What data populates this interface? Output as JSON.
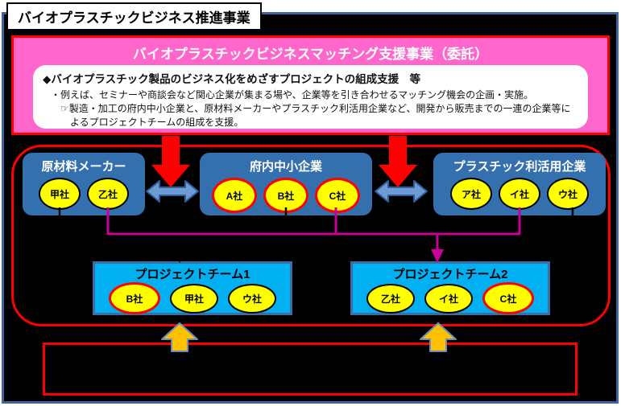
{
  "page": {
    "title": "バイオプラスチックビジネス推進事業"
  },
  "support": {
    "title": "バイオプラスチックビジネスマッチング支援事業（委託）",
    "lines": [
      "◆バイオプラスチック製品のビジネス化をめざすプロジェクトの組成支援　等",
      "・例えば、セミナーや商談会など関心企業が集まる場や、企業等を引き合わせるマッチング機会の企画・実施。",
      "☞製造・加工の府内中小企業と、原材料メーカーやプラスチック利活用企業など、開発から販売までの一連の企業等に",
      "よるプロジェクトチームの組成を支援。"
    ]
  },
  "groups": [
    {
      "title": "原材料メーカー",
      "companies": [
        {
          "label": "甲社",
          "highlight": false
        },
        {
          "label": "乙社",
          "highlight": false
        }
      ]
    },
    {
      "title": "府内中小企業",
      "companies": [
        {
          "label": "A社",
          "highlight": true
        },
        {
          "label": "B社",
          "highlight": true
        },
        {
          "label": "C社",
          "highlight": true
        }
      ]
    },
    {
      "title": "プラスチック利活用企業",
      "companies": [
        {
          "label": "ア社",
          "highlight": false
        },
        {
          "label": "イ社",
          "highlight": false
        },
        {
          "label": "ウ社",
          "highlight": false
        }
      ]
    }
  ],
  "teams": [
    {
      "title": "プロジェクトチーム1",
      "companies": [
        {
          "label": "B社",
          "highlight": true
        },
        {
          "label": "甲社",
          "highlight": false
        },
        {
          "label": "ウ社",
          "highlight": false
        }
      ]
    },
    {
      "title": "プロジェクトチーム2",
      "companies": [
        {
          "label": "乙社",
          "highlight": false
        },
        {
          "label": "イ社",
          "highlight": false
        },
        {
          "label": "C社",
          "highlight": true
        }
      ]
    }
  ],
  "icons": {
    "red_down_arrow": "⬇",
    "blue_double_arrow": "⬌",
    "orange_up_arrow": "⬆",
    "pointing_hand": "☞"
  },
  "colors": {
    "frame_blue": "#40639a",
    "background_black": "#000000",
    "support_pink": "#ff66cc",
    "border_red": "#ff0000",
    "group_blue": "#3570ae",
    "team_cyan": "#00b0f0",
    "company_yellow": "#ffff00",
    "highlight_red": "#ff0000",
    "connector_magenta": "#cc0099",
    "connector_black": "#000000",
    "double_arrow_blue": "#6d9bd4",
    "up_arrow_orange": "#ffc000"
  }
}
